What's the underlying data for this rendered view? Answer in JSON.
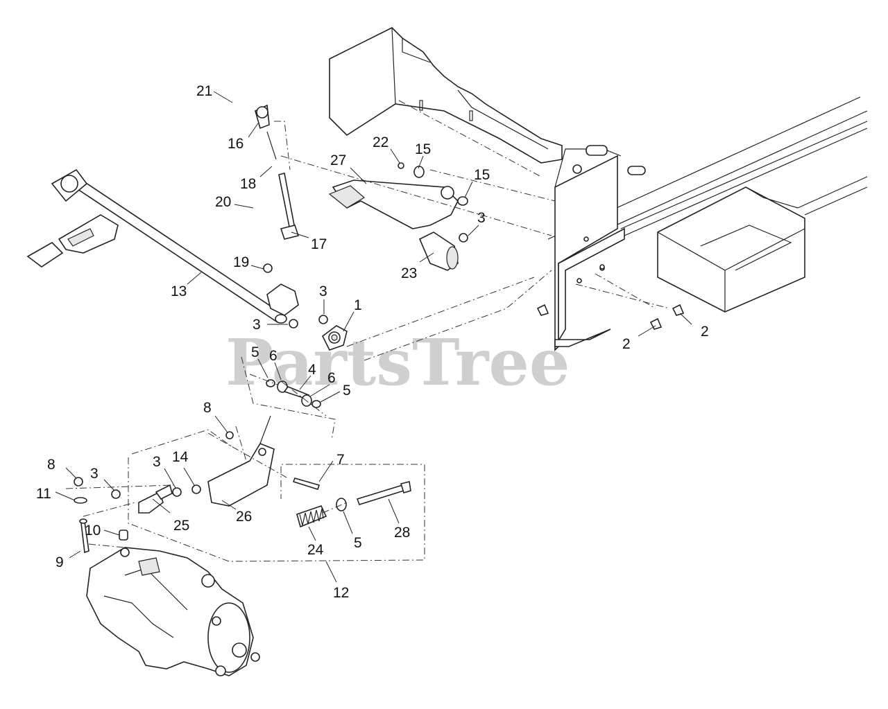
{
  "watermark": "PartsTree",
  "callouts": [
    {
      "id": "c21",
      "text": "21"
    },
    {
      "id": "c16",
      "text": "16"
    },
    {
      "id": "c18",
      "text": "18"
    },
    {
      "id": "c20",
      "text": "20"
    },
    {
      "id": "c17",
      "text": "17"
    },
    {
      "id": "c22",
      "text": "22"
    },
    {
      "id": "c15a",
      "text": "15"
    },
    {
      "id": "c15b",
      "text": "15"
    },
    {
      "id": "c27",
      "text": "27"
    },
    {
      "id": "c3a",
      "text": "3"
    },
    {
      "id": "c23",
      "text": "23"
    },
    {
      "id": "c19",
      "text": "19"
    },
    {
      "id": "c13",
      "text": "13"
    },
    {
      "id": "c3b",
      "text": "3"
    },
    {
      "id": "c1",
      "text": "1"
    },
    {
      "id": "c3c",
      "text": "3"
    },
    {
      "id": "c5a",
      "text": "5"
    },
    {
      "id": "c6a",
      "text": "6"
    },
    {
      "id": "c4",
      "text": "4"
    },
    {
      "id": "c6b",
      "text": "6"
    },
    {
      "id": "c5b",
      "text": "5"
    },
    {
      "id": "c2a",
      "text": "2"
    },
    {
      "id": "c2b",
      "text": "2"
    },
    {
      "id": "c8a",
      "text": "8"
    },
    {
      "id": "c7",
      "text": "7"
    },
    {
      "id": "c8b",
      "text": "8"
    },
    {
      "id": "c3d",
      "text": "3"
    },
    {
      "id": "c3e",
      "text": "3"
    },
    {
      "id": "c14",
      "text": "14"
    },
    {
      "id": "c11",
      "text": "11"
    },
    {
      "id": "c25",
      "text": "25"
    },
    {
      "id": "c26",
      "text": "26"
    },
    {
      "id": "c10",
      "text": "10"
    },
    {
      "id": "c24",
      "text": "24"
    },
    {
      "id": "c5c",
      "text": "5"
    },
    {
      "id": "c28",
      "text": "28"
    },
    {
      "id": "c9",
      "text": "9"
    },
    {
      "id": "c12",
      "text": "12"
    }
  ]
}
